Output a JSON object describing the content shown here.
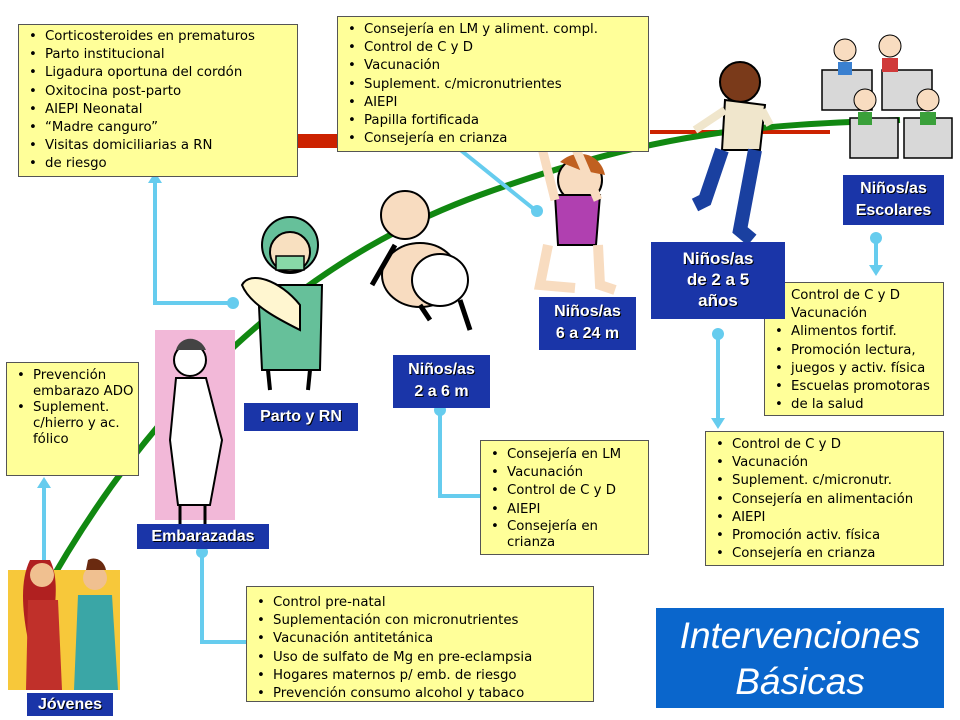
{
  "title": {
    "line1": "Intervenciones",
    "line2": "Básicas"
  },
  "stages": {
    "jovenes": "Jóvenes",
    "embarazadas": "Embarazadas",
    "parto": "Parto y RN",
    "ninos_2_6": {
      "line1": "Niños/as",
      "line2": "2 a 6 m"
    },
    "ninos_6_24": {
      "line1": "Niños/as",
      "line2": "6 a 24 m"
    },
    "ninos_2_5": {
      "line1": "Niños/as",
      "line2": "de 2 a 5",
      "line3": "años"
    },
    "escolares": {
      "line1": "Niños/as",
      "line2": "Escolares"
    }
  },
  "boxes": {
    "jovenes": [
      "Prevención embarazo ADO",
      "Suplement. c/hierro y ac. fólico"
    ],
    "embarazadas": [
      "Control pre-natal",
      "Suplementación con micronutrientes",
      "Vacunación antitetánica",
      "Uso de sulfato de Mg en pre-eclampsia",
      "Hogares maternos p/ emb. de riesgo",
      "Prevención consumo alcohol y tabaco"
    ],
    "parto": [
      "Corticosteroides en prematuros",
      "Parto institucional",
      "Ligadura oportuna del cordón",
      "Oxitocina post-parto",
      "AIEPI Neonatal",
      "“Madre canguro”",
      "Visitas domiciliarias a RN",
      "de riesgo"
    ],
    "ninos_2_6": [
      "Consejería en LM",
      "Vacunación",
      "Control de C y D",
      "AIEPI",
      "Consejería en crianza"
    ],
    "ninos_6_24": [
      "Consejería en LM y aliment. compl.",
      "Control de C y D",
      "Vacunación",
      "Suplement. c/micronutrientes",
      "AIEPI",
      "Papilla fortificada",
      "Consejería en crianza"
    ],
    "ninos_2_5": [
      "Control de C y D",
      "Vacunación",
      "Suplement. c/micronutr.",
      "Consejería en alimentación",
      "AIEPI",
      "Promoción activ. física",
      "Consejería en crianza"
    ],
    "escolares": [
      "Control de C y D",
      "Vacunación",
      "Alimentos fortif.",
      "Promoción lectura,",
      "juegos y activ. física",
      "Escuelas promotoras",
      "de la salud"
    ]
  },
  "colors": {
    "curve": "#118811",
    "connector": "#66ccee",
    "box_fill": "#ffff99",
    "label_fill": "#1a35a8",
    "title_fill": "#0a66cc",
    "bar": "#cc2200"
  }
}
